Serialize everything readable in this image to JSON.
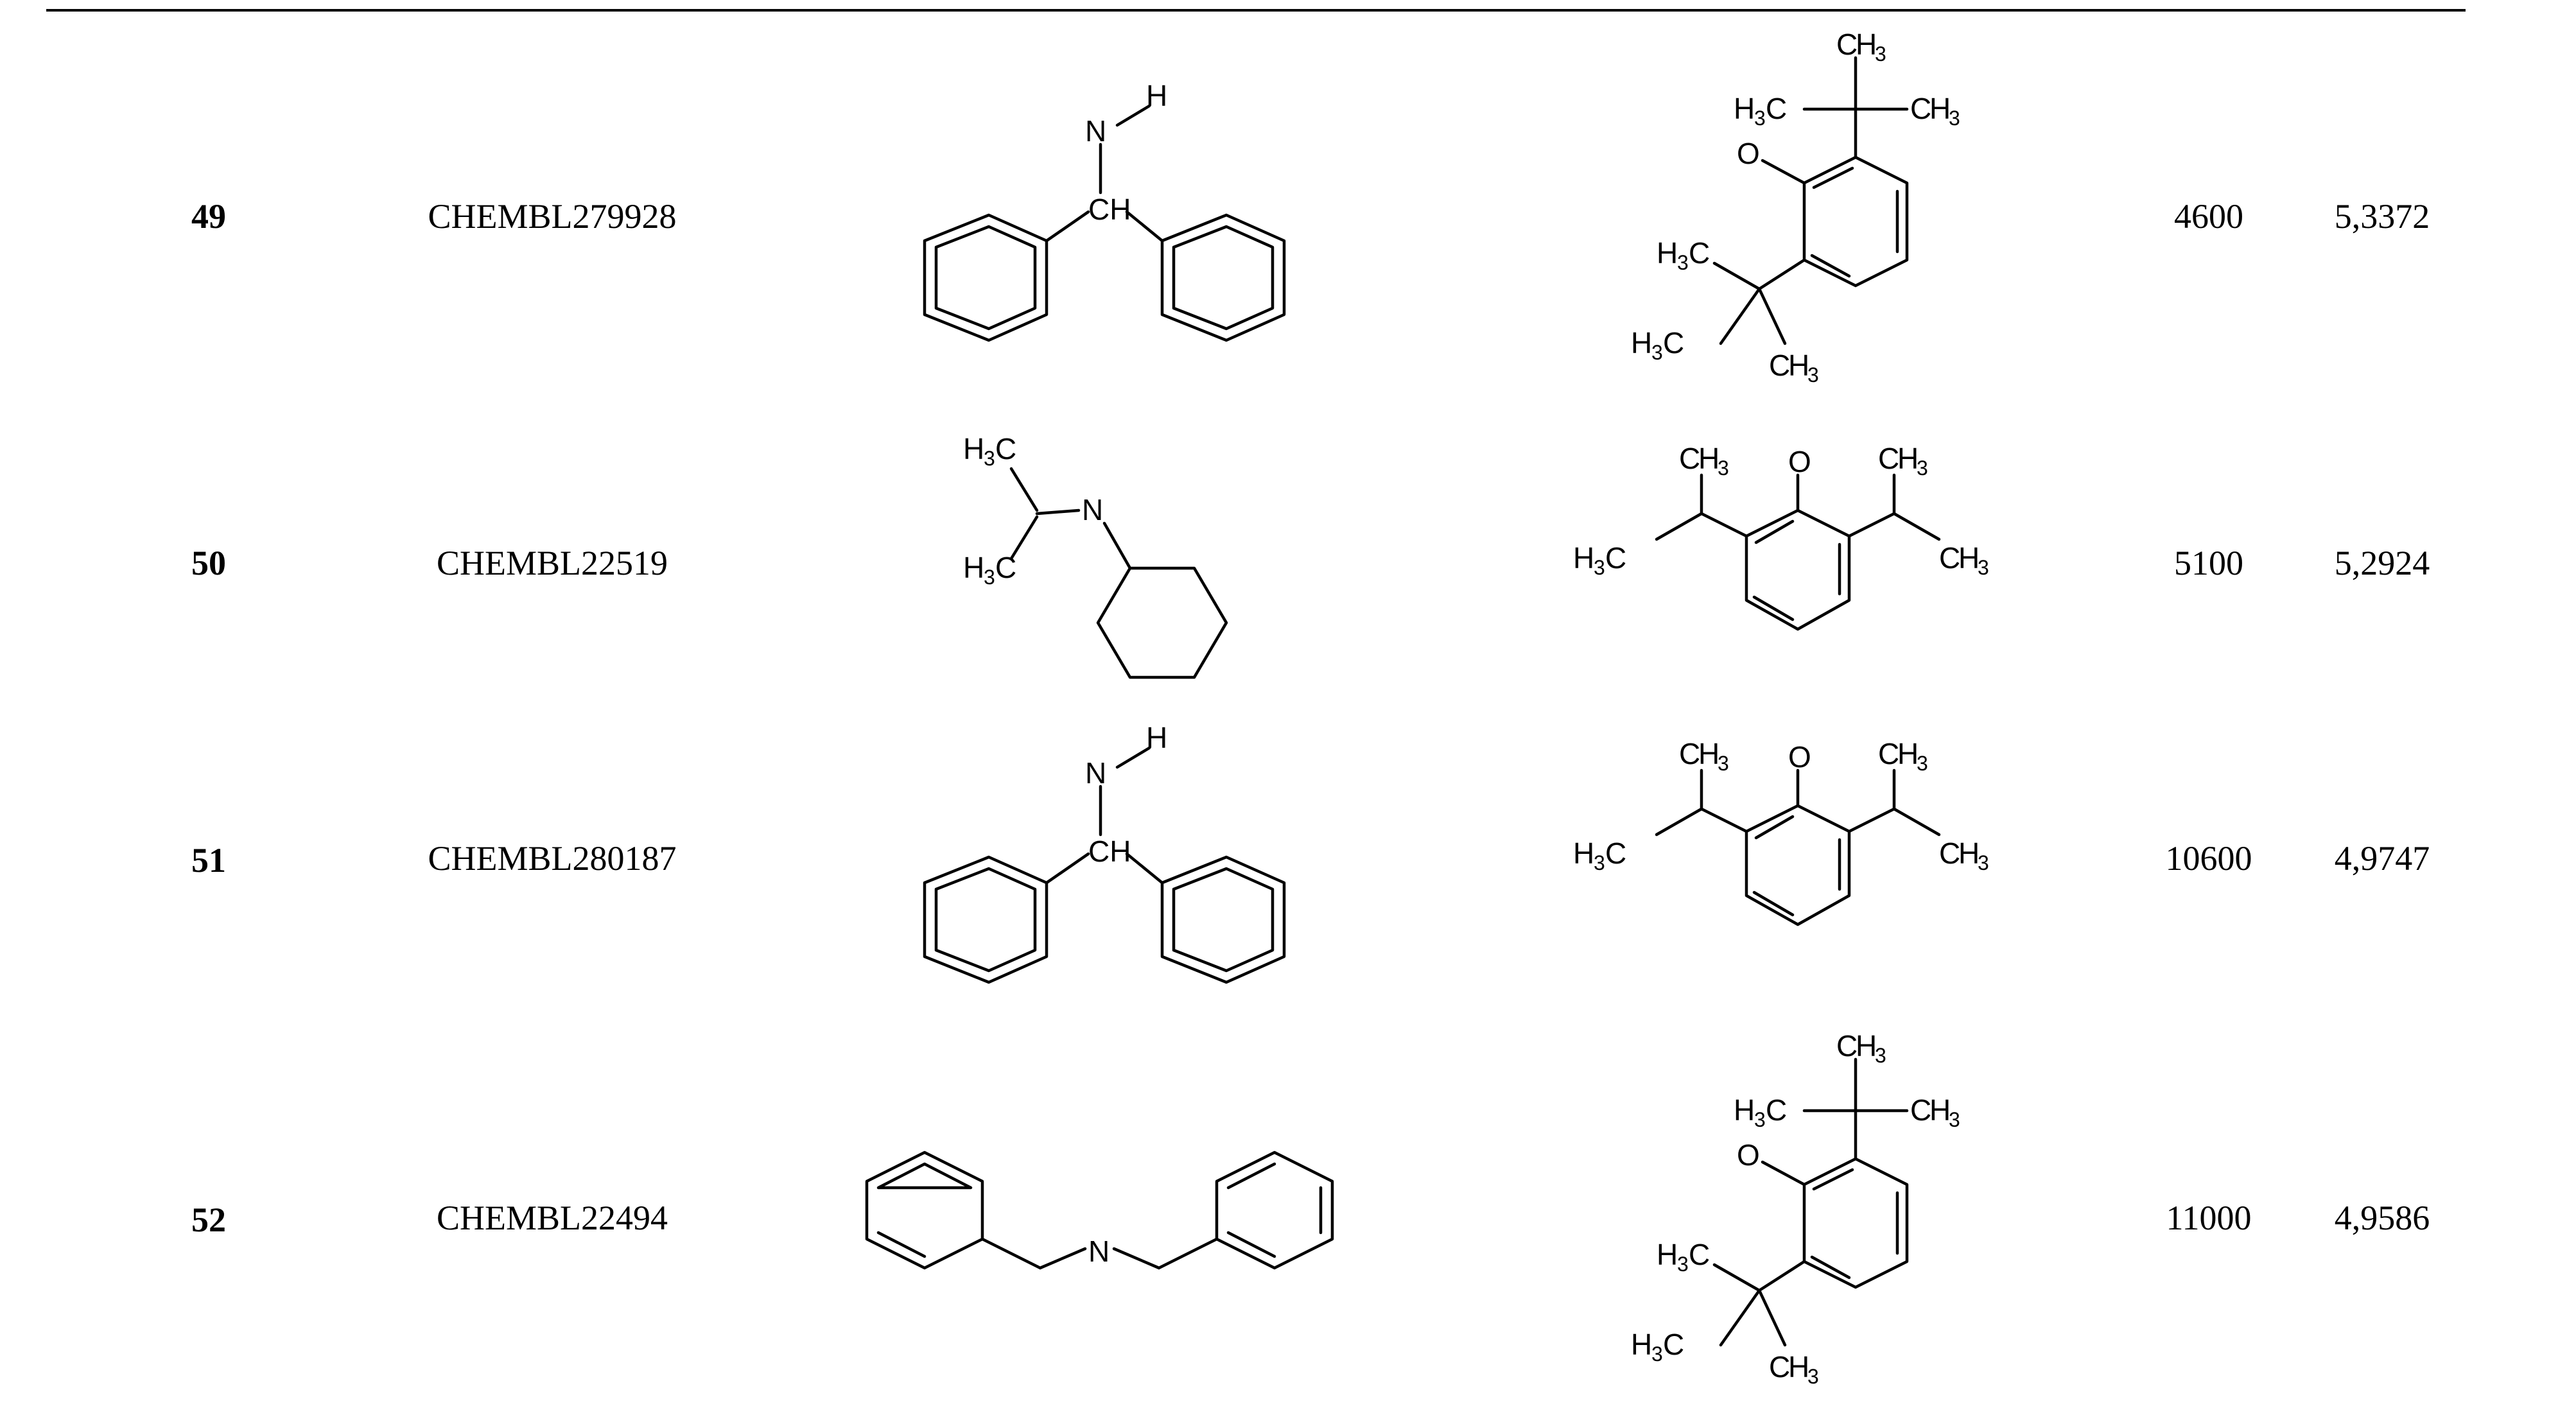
{
  "rows": [
    {
      "num": "49",
      "id": "CHEMBL279928",
      "ic50": "4600",
      "pic50": "5,3372"
    },
    {
      "num": "50",
      "id": "CHEMBL22519",
      "ic50": "5100",
      "pic50": "5,2924"
    },
    {
      "num": "51",
      "id": "CHEMBL280187",
      "ic50": "10600",
      "pic50": "4,9747"
    },
    {
      "num": "52",
      "id": "CHEMBL22494",
      "ic50": "11000",
      "pic50": "4,9586"
    }
  ],
  "atoms": {
    "N": "N",
    "H": "H",
    "CH": "CH",
    "O": "O",
    "C": "C",
    "H3": "H",
    "three": "3"
  }
}
